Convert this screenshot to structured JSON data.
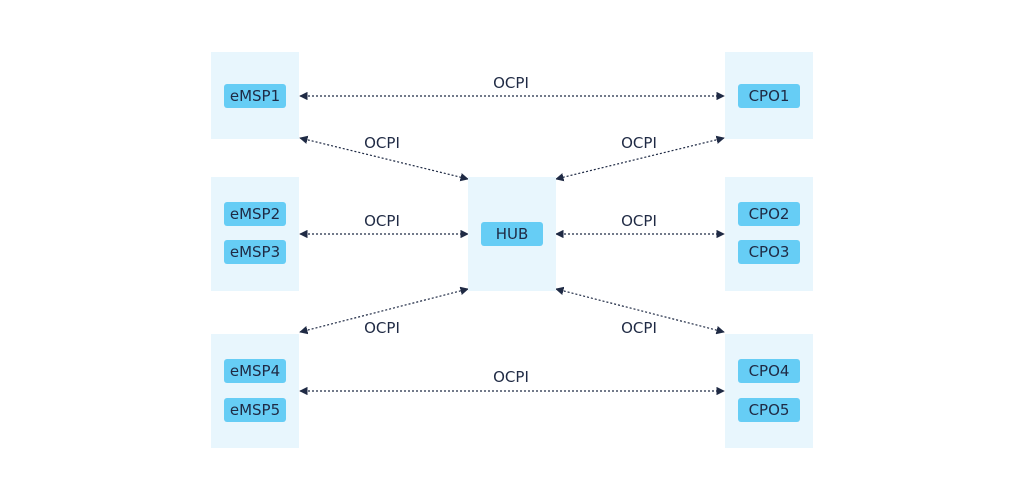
{
  "diagram": {
    "nodes": {
      "emsp1": "eMSP1",
      "emsp2": "eMSP2",
      "emsp3": "eMSP3",
      "emsp4": "eMSP4",
      "emsp5": "eMSP5",
      "hub": "HUB",
      "cpo1": "CPO1",
      "cpo2": "CPO2",
      "cpo3": "CPO3",
      "cpo4": "CPO4",
      "cpo5": "CPO5"
    },
    "edges": [
      {
        "from": "eMSP1",
        "to": "CPO1",
        "label": "OCPI"
      },
      {
        "from": "eMSP1",
        "to": "HUB",
        "label": "OCPI"
      },
      {
        "from": "CPO1",
        "to": "HUB",
        "label": "OCPI"
      },
      {
        "from": "eMSP2/eMSP3",
        "to": "HUB",
        "label": "OCPI"
      },
      {
        "from": "HUB",
        "to": "CPO2/CPO3",
        "label": "OCPI"
      },
      {
        "from": "eMSP4/eMSP5",
        "to": "HUB",
        "label": "OCPI"
      },
      {
        "from": "HUB",
        "to": "CPO4/CPO5",
        "label": "OCPI"
      },
      {
        "from": "eMSP4/eMSP5",
        "to": "CPO4/CPO5",
        "label": "OCPI"
      }
    ],
    "colors": {
      "group_fill": "#e8f6fd",
      "node_fill": "#66cdf5",
      "text": "#1f2a44",
      "arrow": "#1f2a44"
    }
  }
}
